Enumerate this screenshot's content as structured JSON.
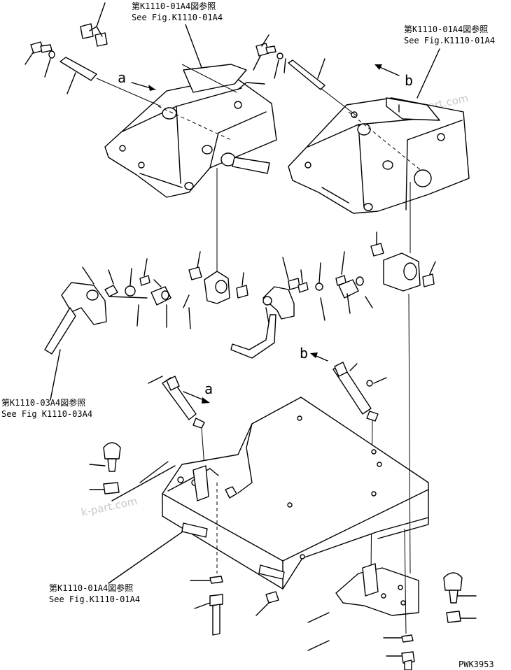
{
  "references": [
    {
      "id": "ref-top-left",
      "line1": "第K1110-01A4図参照",
      "line2": "See Fig.K1110-01A4"
    },
    {
      "id": "ref-top-right",
      "line1": "第K1110-01A4図参照",
      "line2": "See Fig.K1110-01A4"
    },
    {
      "id": "ref-mid-left",
      "line1": "第K1110-03A4図参照",
      "line2": "See Fig K1110-03A4"
    },
    {
      "id": "ref-bottom",
      "line1": "第K1110-01A4図参照",
      "line2": "See Fig.K1110-01A4"
    }
  ],
  "callout_letters": {
    "a_top": "a",
    "b_top": "b",
    "a_mid": "a",
    "b_mid": "b"
  },
  "watermark": "k-part.com",
  "drawing_code": "PWK3953"
}
